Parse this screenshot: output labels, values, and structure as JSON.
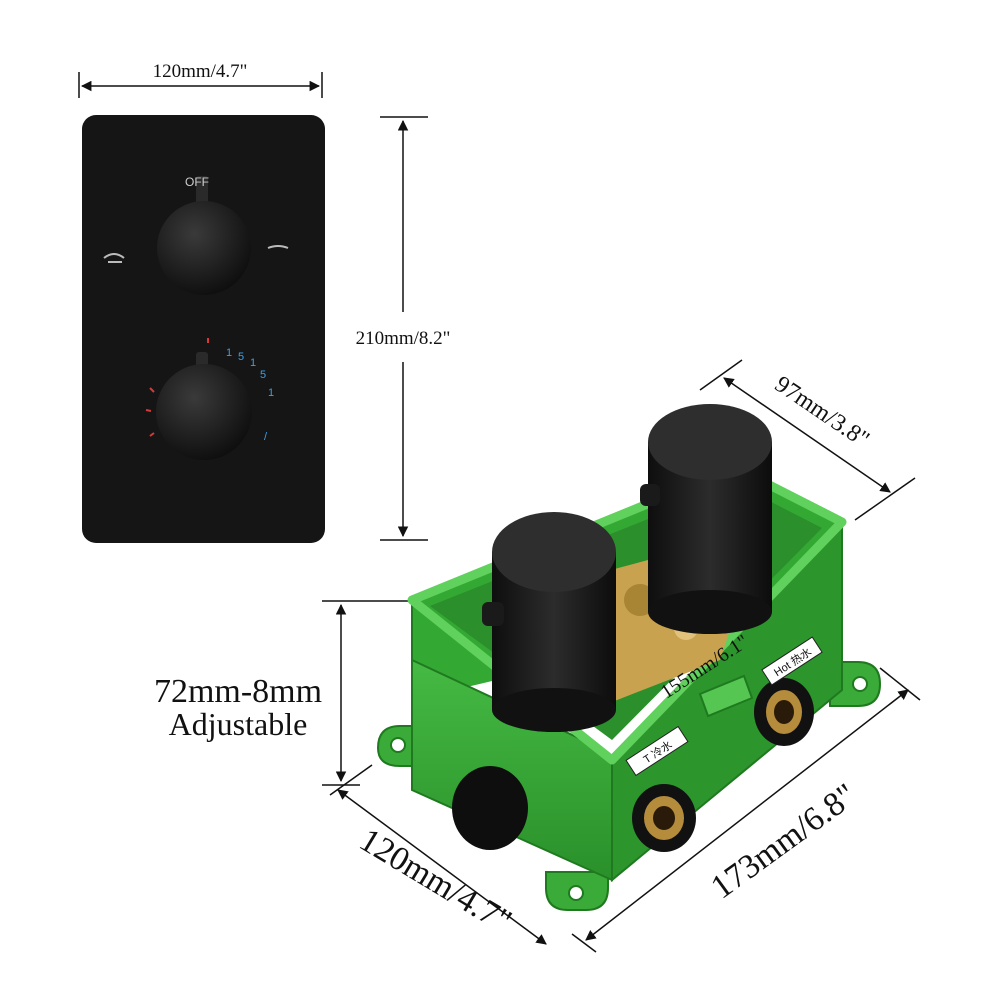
{
  "dimensions": {
    "panel_width": "120mm/4.7\"",
    "panel_height": "210mm/8.2\"",
    "box_depth": "97mm/3.8\"",
    "box_inner_length": "155mm/6.1\"",
    "box_height_line1": "72mm-8mm",
    "box_height_line2": "Adjustable",
    "box_width": "120mm/4.7\"",
    "box_length": "173mm/6.8\""
  },
  "panel": {
    "top_knob_mark": "OFF",
    "temp_scale_marks": [
      "1",
      "5",
      "1",
      "5",
      "1",
      "/"
    ]
  },
  "box": {
    "hot_label": "Hot 热水",
    "cold_label": "T 冷水"
  },
  "colors": {
    "panel": "#151515",
    "knob": "#1c1c1c",
    "box_green": "#2f9f2f",
    "box_green_light": "#4cc54a",
    "brass": "#c8a24e",
    "scale_blue": "#3aa0e8",
    "scale_red": "#d43a3a"
  }
}
